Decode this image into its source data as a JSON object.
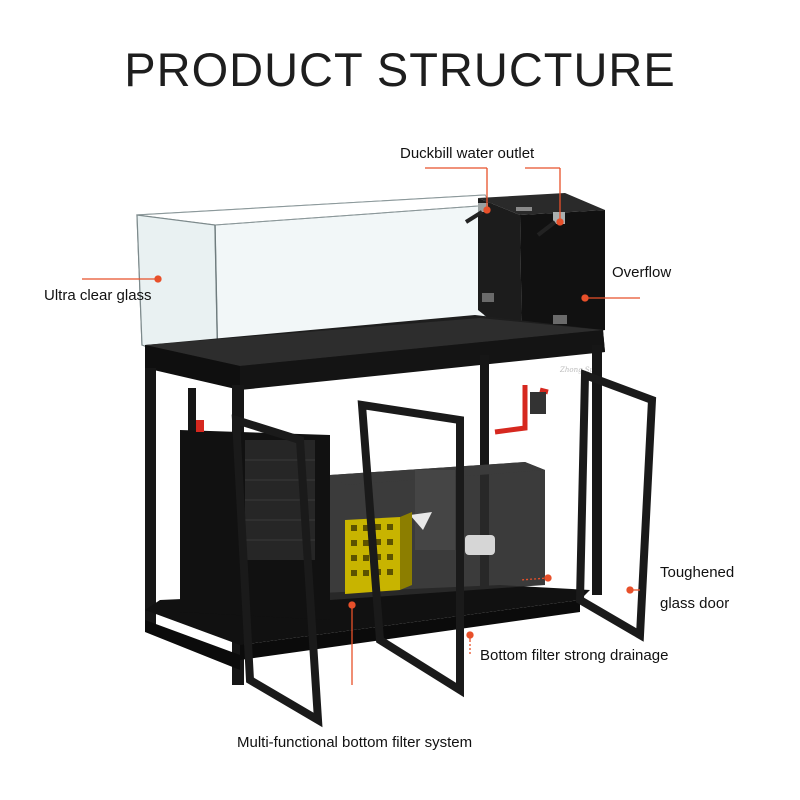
{
  "title": "PRODUCT STRUCTURE",
  "colors": {
    "accent": "#e8502a",
    "cabinet": "#1b1b1b",
    "title": "#1e1e1e",
    "text": "#111111"
  },
  "labels": {
    "duckbill": "Duckbill water outlet",
    "overflow": "Overflow",
    "ultra_clear": "Ultra clear glass",
    "toughened_line1": "Toughened",
    "toughened_line2": "glass door",
    "bottom_filter_drainage": "Bottom filter strong drainage",
    "multi_functional": "Multi-functional bottom filter system"
  },
  "brand_mark": "Zhong Sui"
}
